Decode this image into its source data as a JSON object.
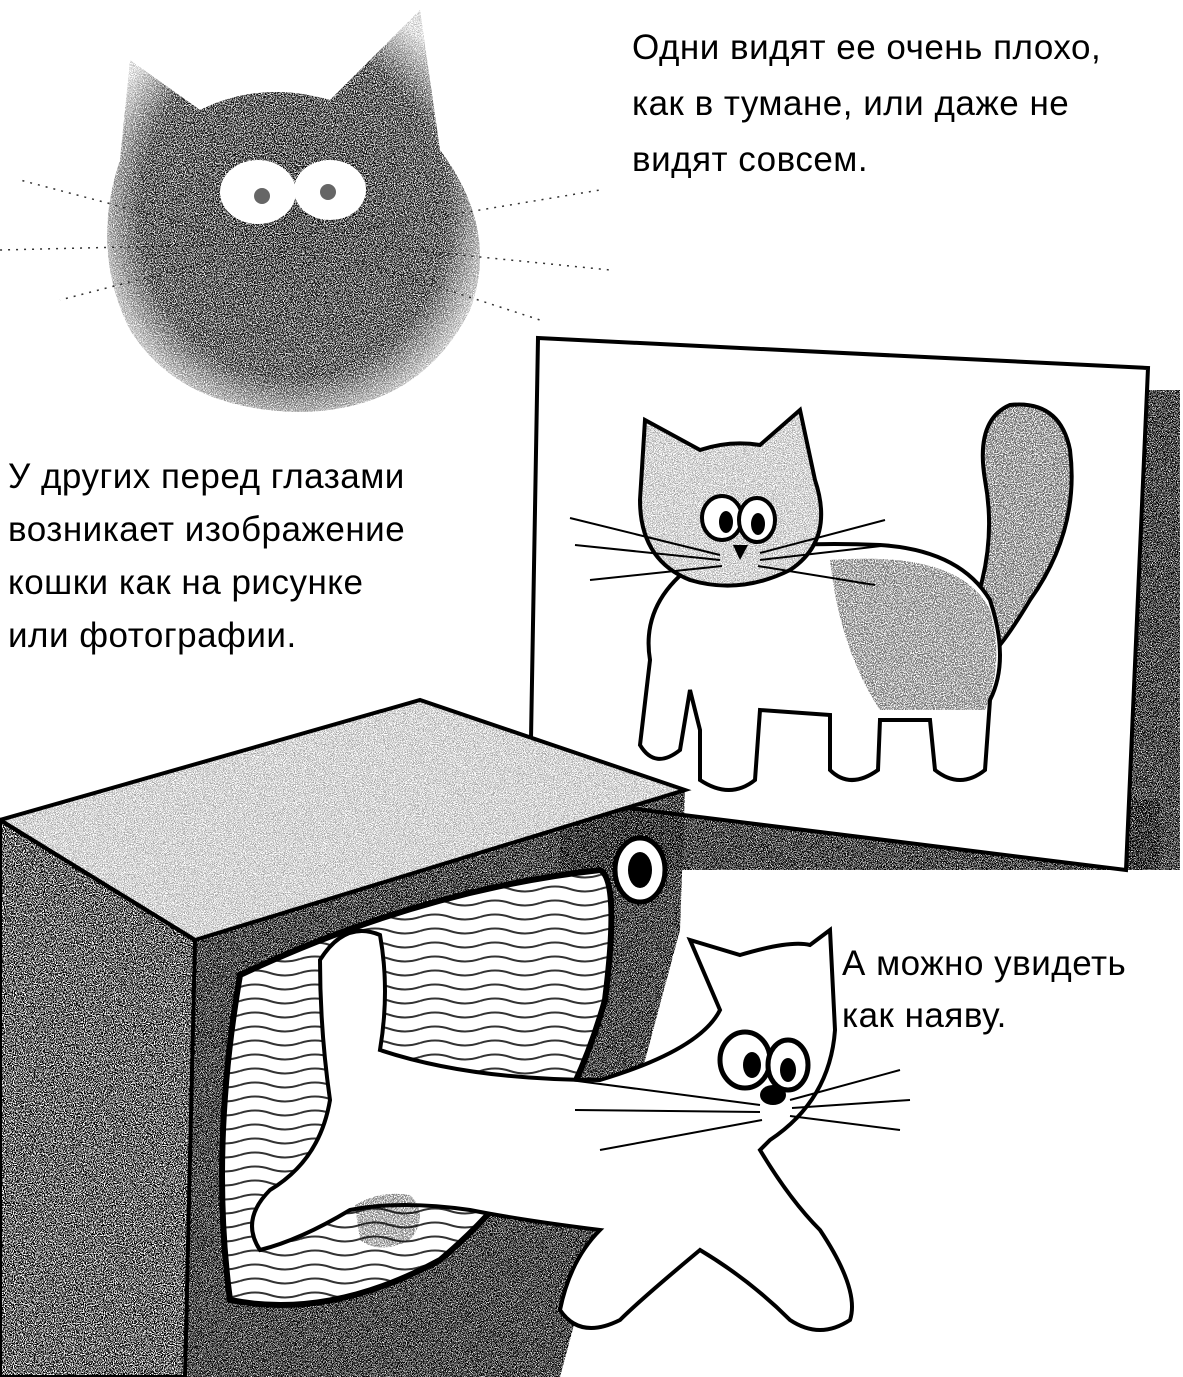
{
  "captions": {
    "top": {
      "lines": [
        "Одни видят ее очень плохо,",
        "как в тумане,  или  даже не",
        "видят совсем."
      ]
    },
    "middle": {
      "lines": [
        "У других перед глазами",
        "возникает  изображение",
        "кошки как на рисунке",
        "или фотографии."
      ]
    },
    "bottom": {
      "lines": [
        "А можно увидеть",
        "как наяву."
      ]
    }
  },
  "illustrations": {
    "foggy_cat": "blurry-cat-face",
    "picture_cat": "cat-drawing-on-poster",
    "tv_cat": "cat-jumping-out-of-tv"
  },
  "colors": {
    "ink": "#000000",
    "paper": "#ffffff"
  }
}
